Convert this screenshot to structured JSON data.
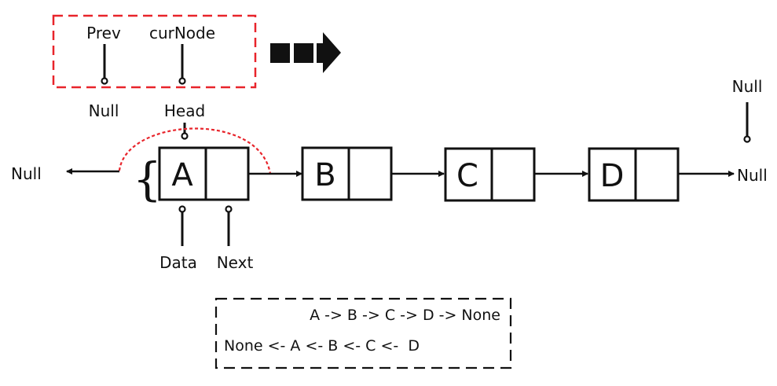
{
  "pointers_box": {
    "prev_label": "Prev",
    "curnode_label": "curNode",
    "border_color": "#e8242b"
  },
  "direction_arrow": "dashed-right-arrow-icon",
  "pointer_values": {
    "prev_value": "Null",
    "curnode_value": "Head"
  },
  "left_null": "Null",
  "right_null": "Null",
  "top_right_null": "Null",
  "nodes": [
    {
      "data": "A"
    },
    {
      "data": "B"
    },
    {
      "data": "C"
    },
    {
      "data": "D"
    }
  ],
  "node_parts": {
    "data_label": "Data",
    "next_label": "Next"
  },
  "reversal_arc_color": "#e8242b",
  "summary_box": {
    "forward": "A -> B -> C -> D -> None",
    "reversed": "None <- A <- B <- C <-  D"
  }
}
